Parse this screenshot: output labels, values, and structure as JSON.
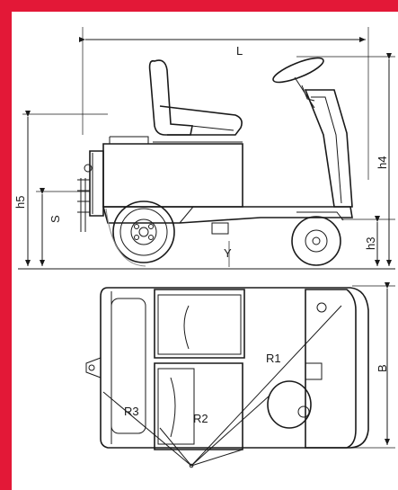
{
  "colors": {
    "frame": "#e31837",
    "ink": "#1a1a1a",
    "background": "#ffffff"
  },
  "dimensions": {
    "L": "L",
    "h4": "h4",
    "h5": "h5",
    "h3": "h3",
    "S": "S",
    "Y": "Y",
    "B": "B",
    "R1": "R1",
    "R2": "R2",
    "R3": "R3"
  }
}
